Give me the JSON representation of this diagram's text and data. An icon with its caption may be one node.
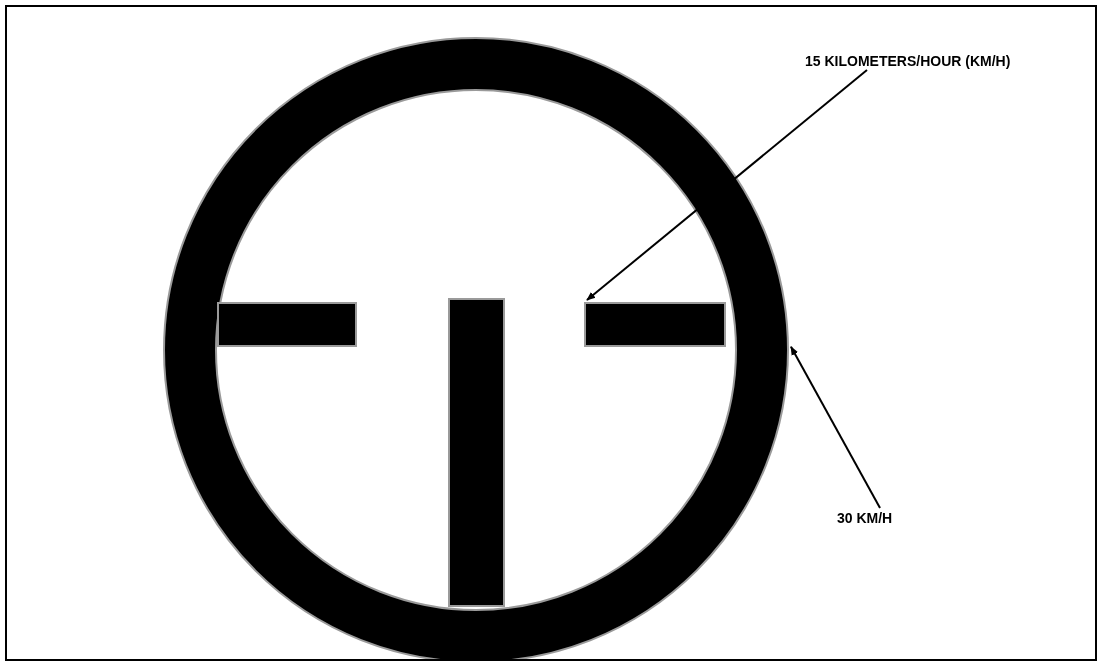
{
  "diagram": {
    "nodes": [
      {
        "text": [
          "15 KILOMETERS/HOUR (KM/H)"
        ]
      },
      {
        "text": [],
        "shape": "circle"
      },
      {
        "text": [],
        "shape": "bar",
        "in": 1
      },
      {
        "text": [],
        "shape": "bar",
        "in": 1
      },
      {
        "text": [],
        "shape": "bar",
        "in": 1
      },
      {
        "text": [
          "30 KM/H"
        ]
      }
    ],
    "edges": [
      {
        "from": 0,
        "to": 4,
        "arrow": "to"
      },
      {
        "from": 5,
        "to": 1,
        "arrow": "to"
      }
    ]
  }
}
